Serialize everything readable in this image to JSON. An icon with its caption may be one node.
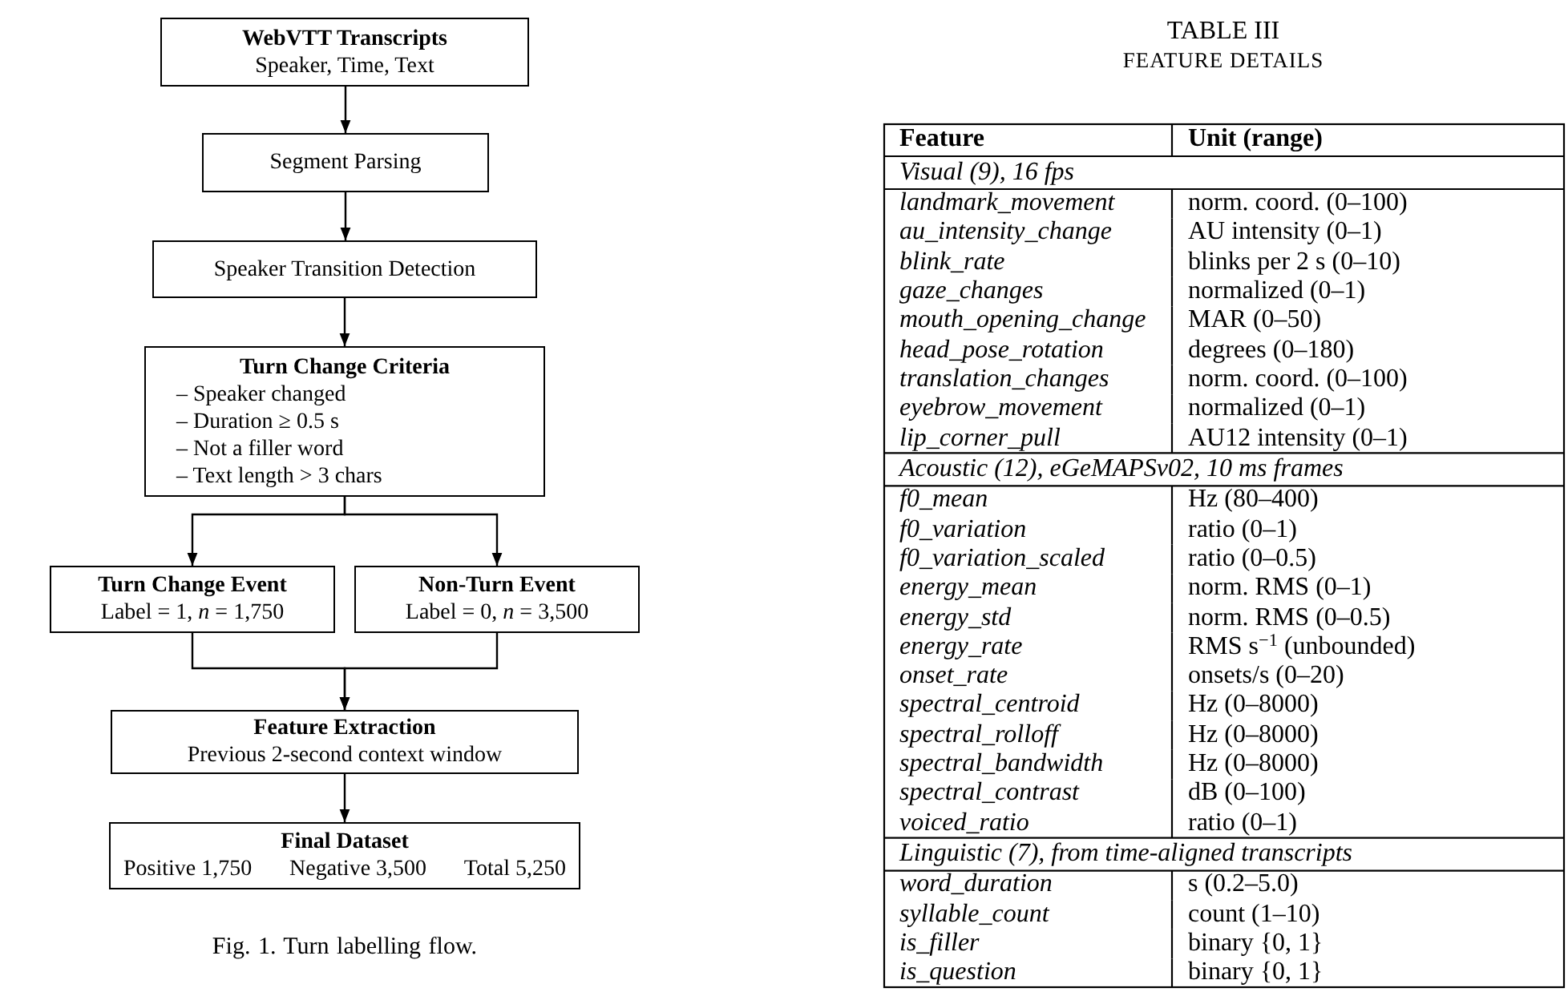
{
  "diagram": {
    "caption": "Fig. 1. Turn labelling flow.",
    "nodes": [
      {
        "text": [
          "WebVTT Transcripts",
          "Speaker, Time, Text"
        ]
      },
      {
        "text": [
          "Segment Parsing"
        ]
      },
      {
        "text": [
          "Speaker Transition Detection"
        ]
      },
      {
        "text": [
          "Turn Change Criteria",
          "– Speaker changed",
          "– Duration ≥ 0.5 s",
          "– Not a filler word",
          "– Text length > 3 chars"
        ]
      },
      {
        "text": [
          "Turn Change Event",
          "Label = 1, *n* = 1,750"
        ]
      },
      {
        "text": [
          "Non-Turn Event",
          "Label = 0, *n* = 3,500"
        ]
      },
      {
        "text": [
          "Feature Extraction",
          "Previous 2-second context window"
        ]
      },
      {
        "text": [
          "Final Dataset",
          "Positive 1,750",
          "Negative 3,500",
          "Total 5,250"
        ]
      }
    ],
    "edges": [
      {
        "from": 0,
        "to": 1,
        "arrow": "to"
      },
      {
        "from": 1,
        "to": 2,
        "arrow": "to"
      },
      {
        "from": 2,
        "to": 3,
        "arrow": "to"
      },
      {
        "from": 3,
        "to": 4,
        "arrow": "to"
      },
      {
        "from": 3,
        "to": 5,
        "arrow": "to"
      },
      {
        "from": 4,
        "to": 6,
        "arrow": "to"
      },
      {
        "from": 5,
        "to": 6,
        "arrow": "to"
      },
      {
        "from": 6,
        "to": 7,
        "arrow": "to"
      }
    ],
    "labels": [
      "TABLE III",
      "FEATURE DETAILS",
      "Feature",
      "Unit (range)",
      "Visual (9), 16 fps",
      "landmark_movement",
      "norm. coord. (0–100)",
      "au_intensity_change",
      "AU intensity (0–1)",
      "blink_rate",
      "blinks per 2 s (0–10)",
      "gaze_changes",
      "normalized (0–1)",
      "mouth_opening_change",
      "MAR (0–50)",
      "head_pose_rotation",
      "degrees (0–180)",
      "translation_changes",
      "norm. coord. (0–100)",
      "eyebrow_movement",
      "normalized (0–1)",
      "lip_corner_pull",
      "AU12 intensity (0–1)",
      "Acoustic (12), eGeMAPSv02, 10 ms frames",
      "f0_mean",
      "Hz (80–400)",
      "f0_variation",
      "ratio (0–1)",
      "f0_variation_scaled",
      "ratio (0–0.5)",
      "energy_mean",
      "norm. RMS (0–1)",
      "energy_std",
      "norm. RMS (0–0.5)",
      "energy_rate",
      "RMS s$^{−1}$ (unbounded)",
      "onset_rate",
      "onsets/s (0–20)",
      "spectral_centroid",
      "Hz (0–8000)",
      "spectral_rolloff",
      "Hz (0–8000)",
      "spectral_bandwidth",
      "Hz (0–8000)",
      "spectral_contrast",
      "dB (0–100)",
      "voiced_ratio",
      "ratio (0–1)",
      "Linguistic (7), from time-aligned transcripts",
      "word_duration",
      "s (0.2–5.0)",
      "syllable_count",
      "count (1–10)",
      "is_filler",
      "binary {0, 1}",
      "is_question",
      "binary {0, 1}"
    ]
  }
}
